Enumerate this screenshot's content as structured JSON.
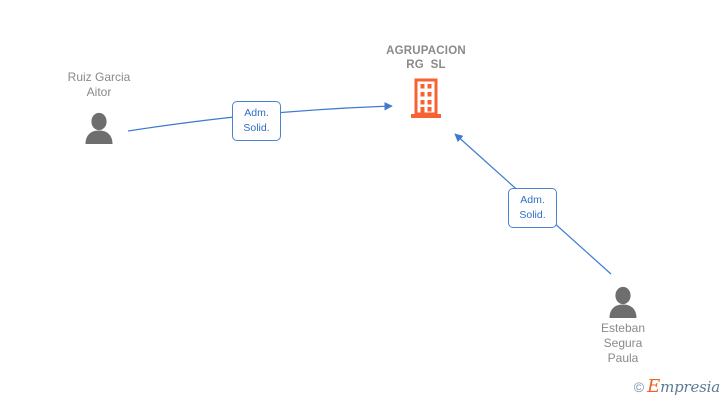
{
  "diagram": {
    "background_color": "#FFFFFF",
    "company": {
      "name_line1": "AGRUPACION",
      "name_line2": "RG  SL",
      "icon": "building-icon",
      "icon_color": "#F96132",
      "title_color": "#8A8A8A"
    },
    "persons": [
      {
        "id": "person-left",
        "name_line1": "Ruiz Garcia",
        "name_line2": "Aitor",
        "icon": "person-icon",
        "icon_color": "#6E6E6E",
        "name_color": "#8A8A8A"
      },
      {
        "id": "person-right",
        "name_line1": "Esteban",
        "name_line2": "Segura",
        "name_line3": "Paula",
        "icon": "person-icon",
        "icon_color": "#6E6E6E",
        "name_color": "#8A8A8A"
      }
    ],
    "edges": [
      {
        "id": "edge-left",
        "from": "person-left",
        "to": "company",
        "label_line1": "Adm.",
        "label_line2": "Solid.",
        "color": "#3E7BD0",
        "arrow": "to-company"
      },
      {
        "id": "edge-right",
        "from": "person-right",
        "to": "company",
        "label_line1": "Adm.",
        "label_line2": "Solid.",
        "color": "#3E7BD0",
        "arrow": "to-company"
      }
    ],
    "watermark": {
      "copyright": "©",
      "brand_initial": "E",
      "brand_rest": "mpresia",
      "initial_color": "#EF6024",
      "text_color": "#5C7A96"
    }
  }
}
